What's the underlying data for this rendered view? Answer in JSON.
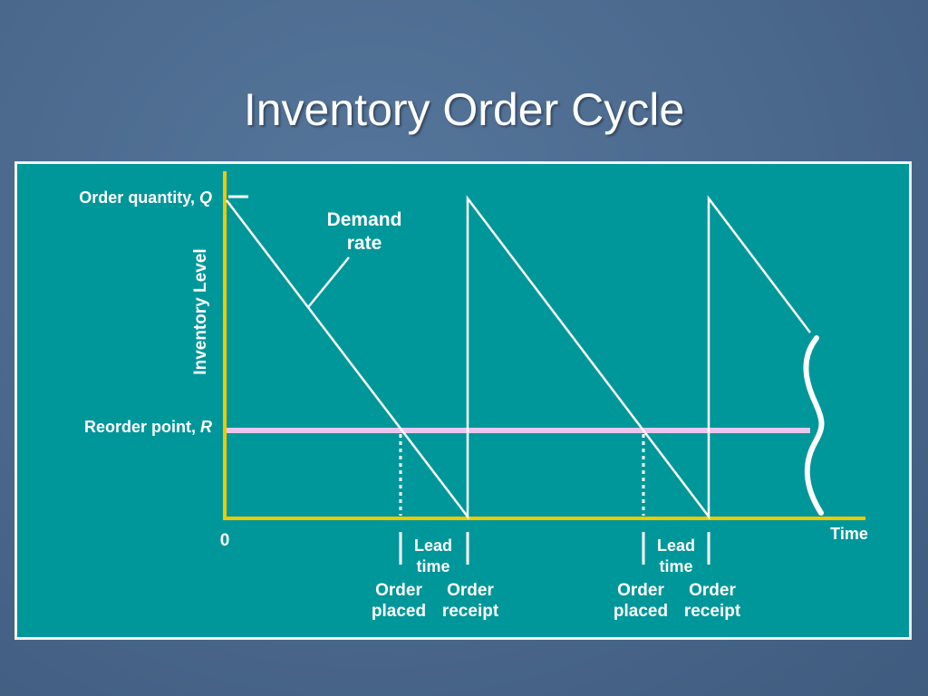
{
  "slide": {
    "title": "Inventory Order Cycle"
  },
  "colors": {
    "background": "#4a688c",
    "panel": "#00979a",
    "axis": "#f2c800",
    "reorder_line": "#e8c8f0",
    "lines": "#ffffff"
  },
  "diagram": {
    "y_axis_title": "Inventory Level",
    "order_quantity_label": "Order quantity, ",
    "order_quantity_symbol": "Q",
    "reorder_point_label": "Reorder point, ",
    "reorder_point_symbol": "R",
    "demand_rate_line1": "Demand",
    "demand_rate_line2": "rate",
    "origin_label": "0",
    "x_axis_title": "Time",
    "cycles": [
      {
        "lead_time_line1": "Lead",
        "lead_time_line2": "time",
        "order_placed_line1": "Order",
        "order_placed_line2": "placed",
        "order_receipt_line1": "Order",
        "order_receipt_line2": "receipt"
      },
      {
        "lead_time_line1": "Lead",
        "lead_time_line2": "time",
        "order_placed_line1": "Order",
        "order_placed_line2": "placed",
        "order_receipt_line1": "Order",
        "order_receipt_line2": "receipt"
      }
    ]
  }
}
